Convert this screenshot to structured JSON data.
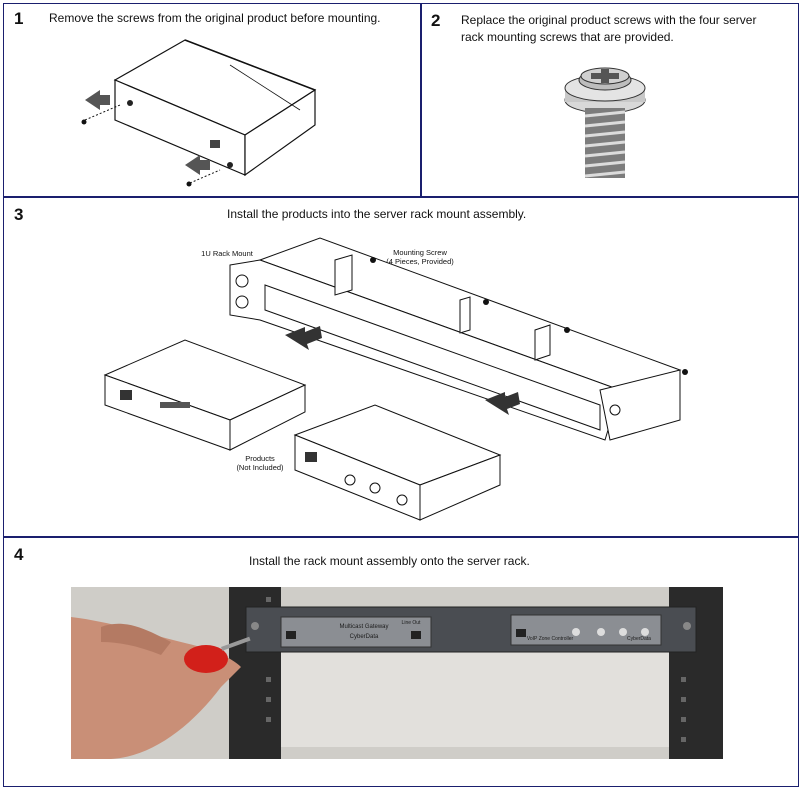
{
  "steps": [
    {
      "number": "1",
      "text": "Remove the screws from the original product before mounting."
    },
    {
      "number": "2",
      "text": "Replace the original product screws with the four server rack mounting screws that are provided."
    },
    {
      "number": "3",
      "text": "Install the products into the server rack mount assembly."
    },
    {
      "number": "4",
      "text": "Install the rack mount assembly onto the server rack."
    }
  ],
  "diagram_labels": {
    "rack_mount": "1U Rack Mount",
    "mounting_screw": "Mounting Screw",
    "mounting_screw_note": "(4 Pieces, Provided)",
    "products": "Products",
    "products_note": "(Not Included)"
  },
  "photo_labels": {
    "left_unit_title": "Multicast Gateway",
    "left_unit_brand": "CyberData",
    "left_unit_port": "Line Out",
    "right_unit_title": "VoIP Zone Controller",
    "right_unit_brand": "CyberData"
  },
  "colors": {
    "border": "#1a1f6e",
    "rack": "#2a2a2a",
    "panel": "#4a4d52",
    "screwdriver": "#d2201a"
  }
}
